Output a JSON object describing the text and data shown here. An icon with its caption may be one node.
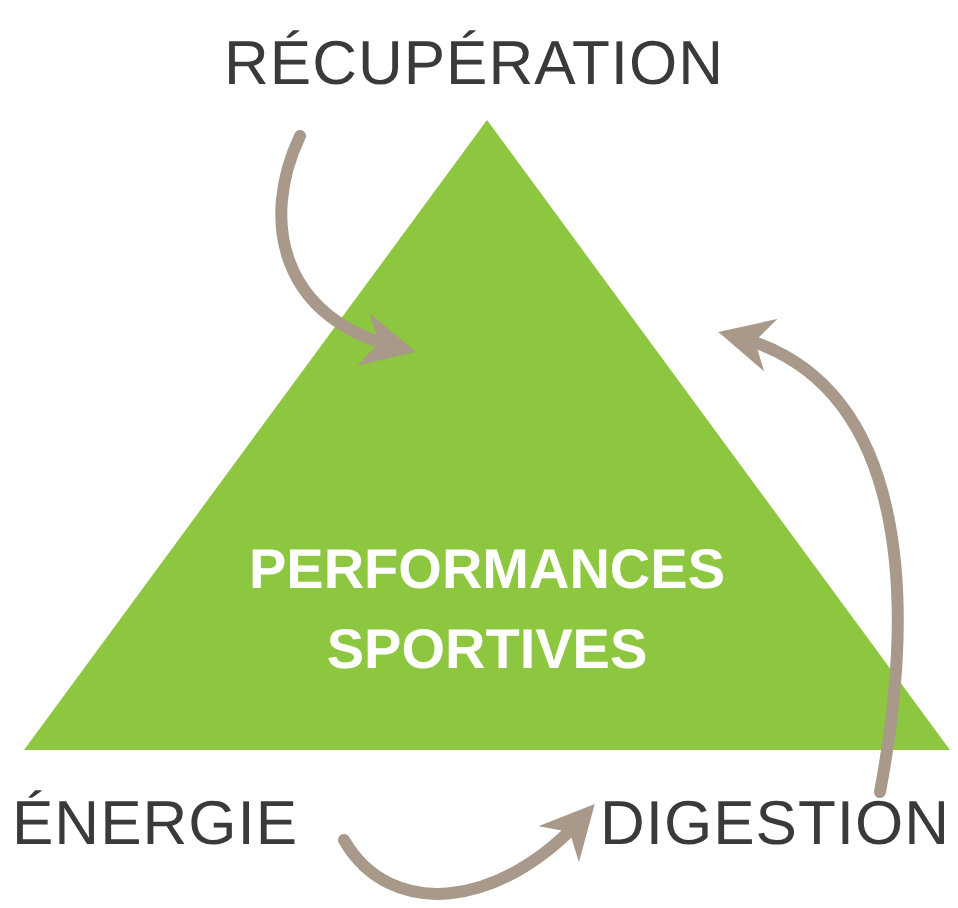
{
  "diagram": {
    "nodes": [
      {
        "text": [
          "RÉCUPÉRATION"
        ]
      },
      {
        "text": [
          "PERFORMANCES SPORTIVES"
        ]
      },
      {
        "text": [
          "ÉNERGIE"
        ]
      },
      {
        "text": [
          "DIGESTION"
        ]
      }
    ],
    "edges": [
      {
        "from": 0,
        "to": 1,
        "arrow": "to"
      },
      {
        "from": 3,
        "to": 1,
        "arrow": "to"
      },
      {
        "from": 2,
        "to": 3,
        "arrow": "to"
      }
    ]
  }
}
